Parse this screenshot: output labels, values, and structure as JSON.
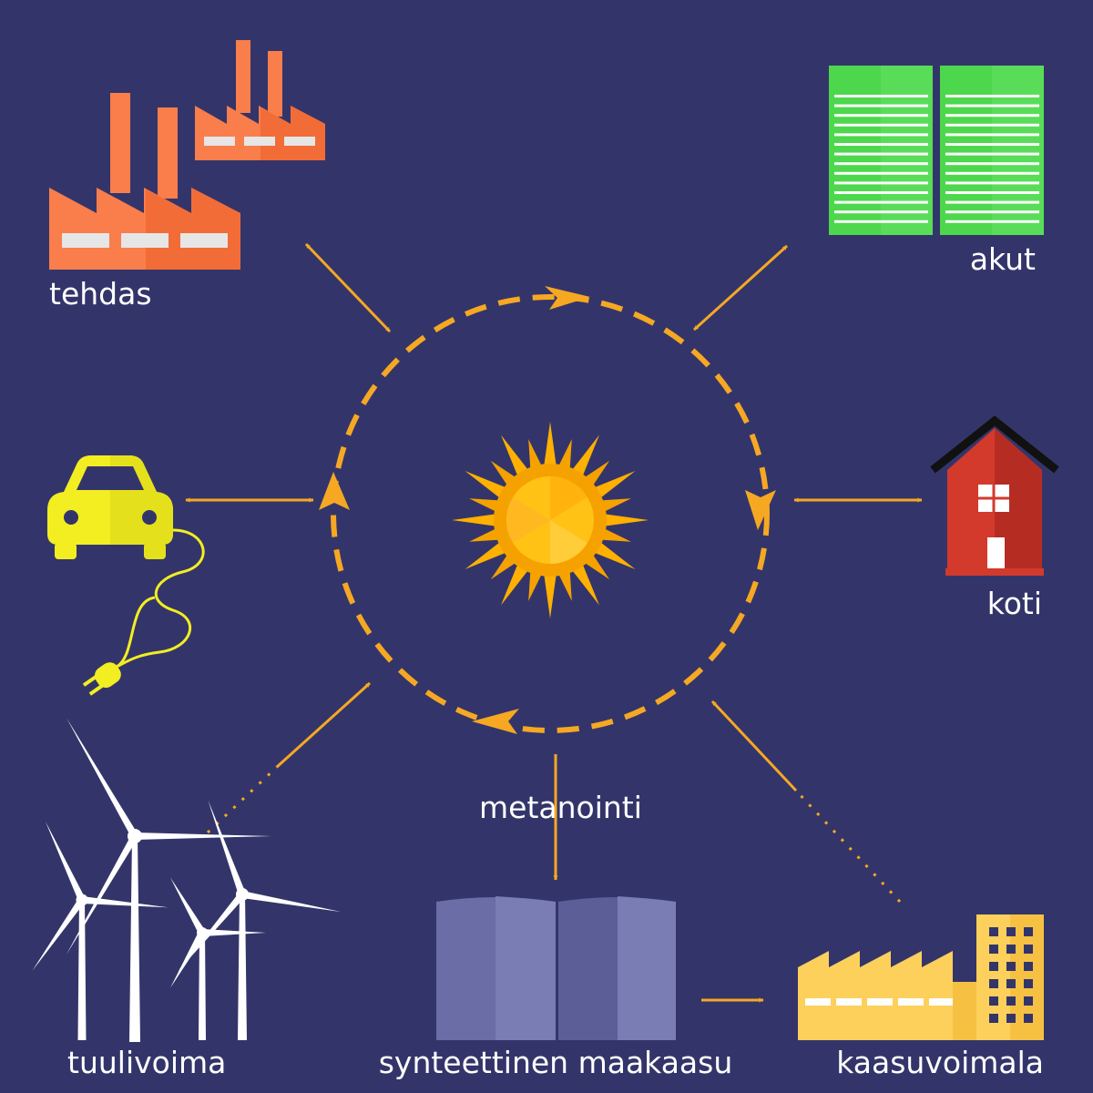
{
  "diagram": {
    "background": "#33356a",
    "arrow_color": "#f6a823",
    "labels": {
      "factory": "tehdas",
      "batteries": "akut",
      "home": "koti",
      "wind": "tuulivoima",
      "synthetic_gas": "synteettinen maakaasu",
      "gas_plant": "kaasuvoimala",
      "methanation": "metanointi"
    },
    "icons": {
      "factory": "factory-icon",
      "batteries": "battery-icon",
      "car": "electric-car-icon",
      "home": "house-icon",
      "wind": "wind-turbine-icon",
      "gas_tank": "gas-storage-icon",
      "gas_plant": "gas-power-plant-icon",
      "sun": "sun-icon"
    },
    "colors": {
      "factory": "#f97e4b",
      "batteries": "#4dd74c",
      "car": "#f2ee21",
      "home": "#d33a2c",
      "gas_tank": "#6a6da6",
      "gas_plant": "#fcd05b",
      "sun": "#ffc215"
    }
  }
}
